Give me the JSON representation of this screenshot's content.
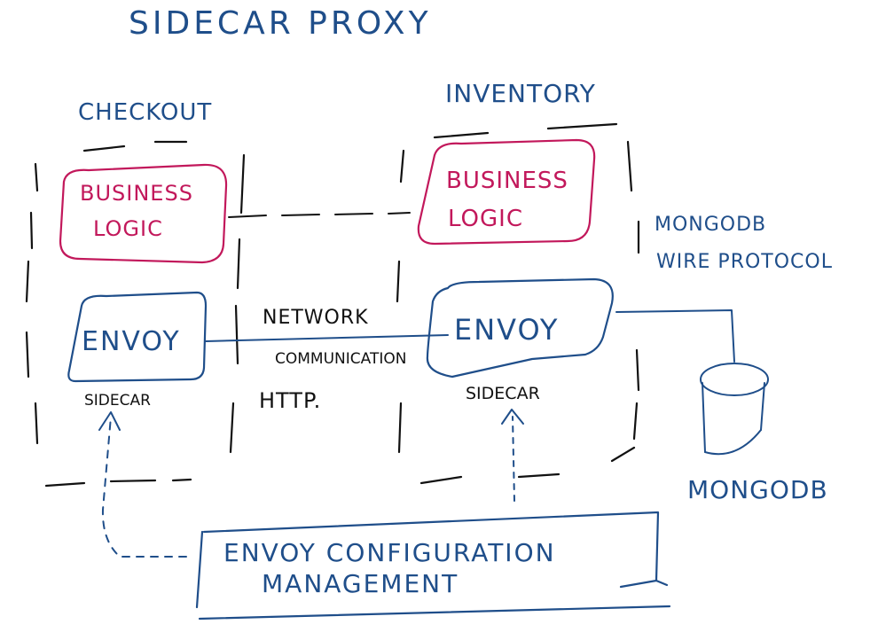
{
  "title": "SIDECAR PROXY",
  "services": {
    "checkout": {
      "label": "CHECKOUT",
      "business_logic": "BUSINESS\nLOGIC",
      "proxy": "ENVOY",
      "proxy_role": "SIDECAR"
    },
    "inventory": {
      "label": "INVENTORY",
      "business_logic": "BUSINESS\nLOGIC",
      "proxy": "ENVOY",
      "proxy_role": "SIDECAR"
    }
  },
  "network": {
    "label": "NETWORK",
    "label2": "COMMUNICATION",
    "protocol": "HTTP."
  },
  "database": {
    "protocol": "MONGODB\nWIRE PROTOCOL",
    "name": "MONGODB"
  },
  "config": {
    "label": "ENVOY  CONFIGURATION\nMANAGEMENT"
  },
  "colors": {
    "blue_ink": "#1f4e8a",
    "pink_ink": "#c2185b",
    "black_ink": "#111111",
    "background": "#ffffff"
  }
}
